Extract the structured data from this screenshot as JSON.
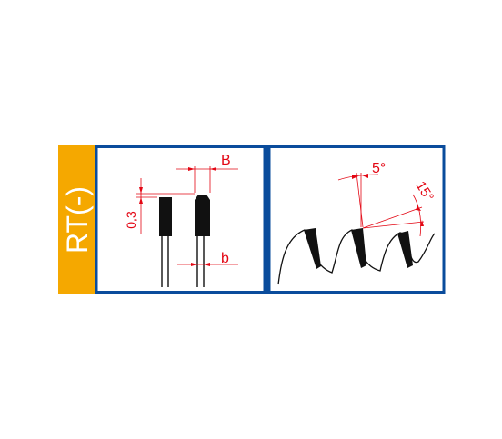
{
  "badge": {
    "label": "RT(-)"
  },
  "colors": {
    "badge_fill": "#F5A800",
    "frame_stroke": "#0A4C9C",
    "dimension_red": "#E30613",
    "tooth_fill": "#111111",
    "badge_text": "#FFFFFF"
  },
  "left_panel": {
    "label_top_width": "B",
    "label_bottom_width": "b",
    "label_height": "0,3"
  },
  "right_panel": {
    "angle_top": "5°",
    "angle_side": "15°"
  }
}
